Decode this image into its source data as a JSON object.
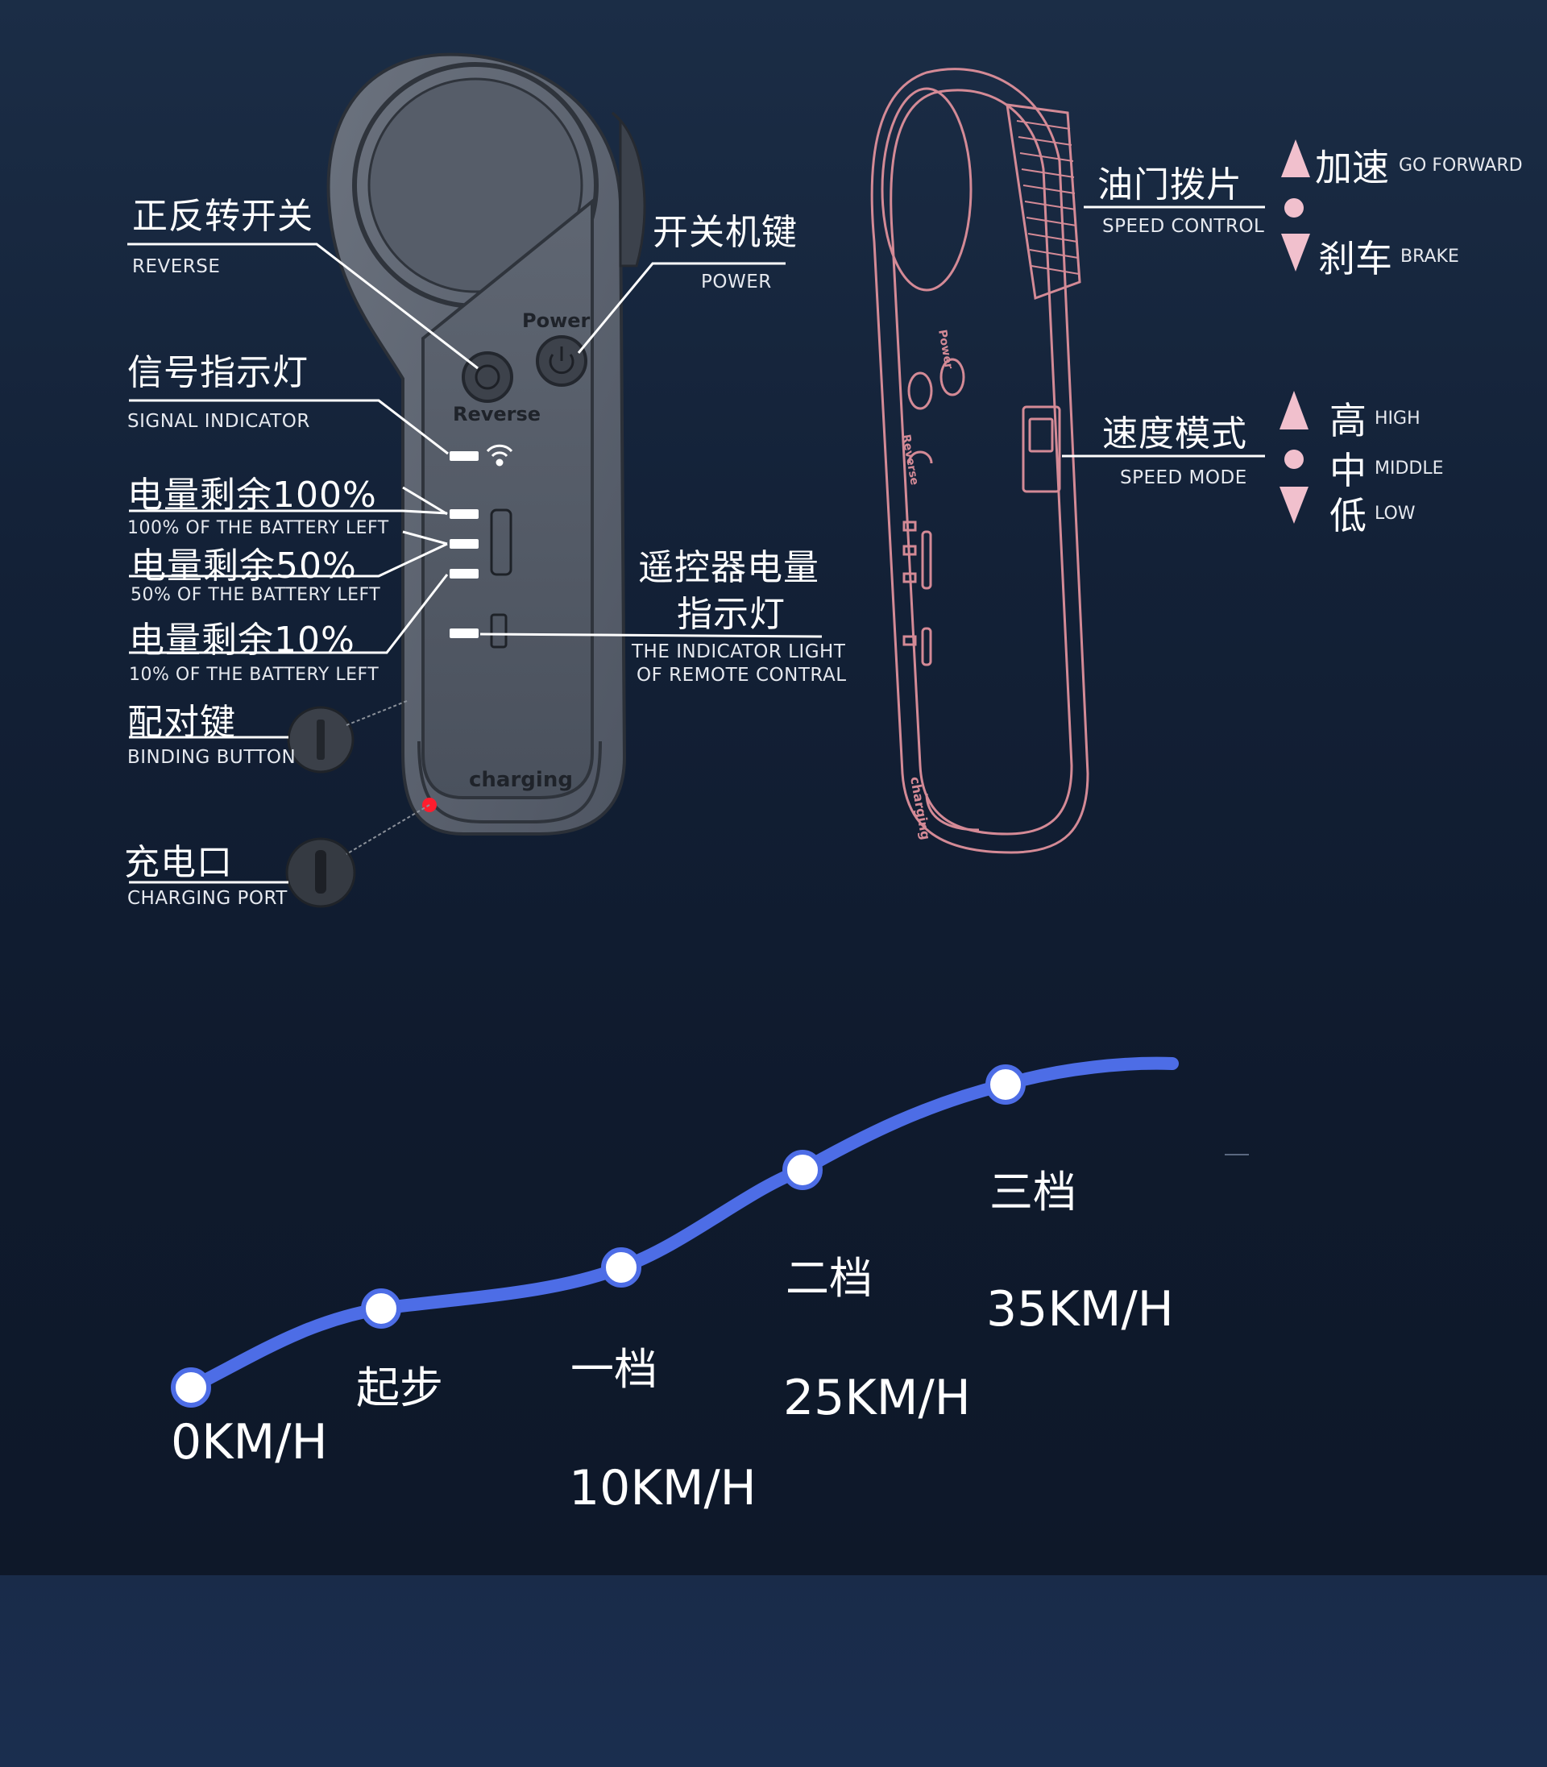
{
  "controller_left": {
    "power_button_text": "Power",
    "reverse_button_text": "Reverse",
    "charging_text": "charging"
  },
  "controller_right": {
    "power_text": "Power",
    "reverse_text": "Reverse",
    "charging_text": "charging"
  },
  "callouts_left": [
    {
      "zh": "正反转开关",
      "en": "REVERSE"
    },
    {
      "zh": "开关机键",
      "en": "POWER"
    },
    {
      "zh": "信号指示灯",
      "en": "SIGNAL INDICATOR"
    },
    {
      "zh": "电量剩余100%",
      "en": "100% OF THE BATTERY LEFT"
    },
    {
      "zh": "电量剩余50%",
      "en": "50% OF THE BATTERY LEFT"
    },
    {
      "zh": "电量剩余10%",
      "en": "10% OF THE BATTERY LEFT"
    },
    {
      "zh_line1": "遥控器电量",
      "zh_line2": "指示灯",
      "en_line1": "THE INDICATOR LIGHT",
      "en_line2": "OF REMOTE CONTRAL"
    },
    {
      "zh": "配对键",
      "en": "BINDING BUTTON"
    },
    {
      "zh": "充电口",
      "en": "CHARGING PORT"
    }
  ],
  "callouts_right": {
    "speed_control": {
      "zh": "油门拨片",
      "en": "SPEED CONTROL"
    },
    "forward": {
      "zh": "加速",
      "en": "GO FORWARD"
    },
    "brake": {
      "zh": "刹车",
      "en": "BRAKE"
    },
    "speed_mode": {
      "zh": "速度模式",
      "en": "SPEED MODE"
    },
    "high": {
      "zh": "高",
      "en": "HIGH"
    },
    "middle": {
      "zh": "中",
      "en": "MIDDLE"
    },
    "low": {
      "zh": "低",
      "en": "LOW"
    }
  },
  "speed_curve": {
    "points": [
      {
        "gear": "",
        "speed": "0KM/H"
      },
      {
        "gear": "起步",
        "speed": ""
      },
      {
        "gear": "一档",
        "speed": "10KM/H"
      },
      {
        "gear": "二档",
        "speed": "25KM/H"
      },
      {
        "gear": "三档",
        "speed": "35KM/H"
      }
    ]
  },
  "colors": {
    "background": "#132137",
    "footer_band": "#1a2e4f",
    "accent_pink": "#e9567d",
    "curve_blue": "#4d6de6",
    "right_controller_line": "#d48a96",
    "charging_dot": "#ff1d2e"
  }
}
